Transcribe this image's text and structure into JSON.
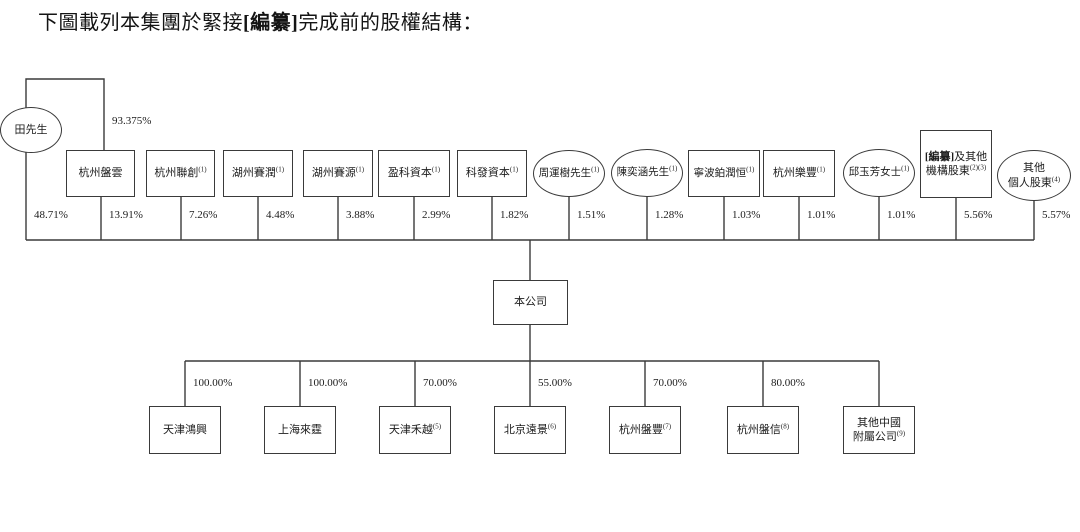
{
  "title": {
    "prefix": "下圖載列本集團於緊接",
    "bracket": "[編纂]",
    "suffix": "完成前的股權結構："
  },
  "controller": {
    "stake_in_hangzhou_panyun": "93.375%"
  },
  "company": {
    "label": "本公司"
  },
  "shareholders": [
    {
      "label": "田先生",
      "stake": "48.71%"
    },
    {
      "label": "杭州盤雲",
      "stake": "13.91%"
    },
    {
      "label": "杭州聯創",
      "sup": "(1)",
      "stake": "7.26%"
    },
    {
      "label": "湖州賽潤",
      "sup": "(1)",
      "stake": "4.48%"
    },
    {
      "label": "湖州賽源",
      "sup": "(1)",
      "stake": "3.88%"
    },
    {
      "label": "盈科資本",
      "sup": "(1)",
      "stake": "2.99%"
    },
    {
      "label": "科發資本",
      "sup": "(1)",
      "stake": "1.82%"
    },
    {
      "label": "周運樹先生",
      "sup": "(1)",
      "stake": "1.51%"
    },
    {
      "label": "陳奕涵先生",
      "sup": "(1)",
      "stake": "1.28%"
    },
    {
      "label": "寧波鉑潤恒",
      "sup": "(1)",
      "stake": "1.03%"
    },
    {
      "label": "杭州樂豐",
      "sup": "(1)",
      "stake": "1.01%"
    },
    {
      "label": "邱玉芳女士",
      "sup": "(1)",
      "stake": "1.01%"
    },
    {
      "bold": "[編纂]",
      "label1": "及其他",
      "label2": "機構股東",
      "sup": "(2)(3)",
      "stake": "5.56%"
    },
    {
      "label1": "其他",
      "label2": "個人股東",
      "sup": "(4)",
      "stake": "5.57%"
    }
  ],
  "subsidiaries": [
    {
      "label": "天津鴻興",
      "stake": "100.00%"
    },
    {
      "label": "上海來霆",
      "stake": "100.00%"
    },
    {
      "label": "天津禾越",
      "sup": "(5)",
      "stake": "70.00%"
    },
    {
      "label": "北京遠景",
      "sup": "(6)",
      "stake": "55.00%"
    },
    {
      "label": "杭州盤豐",
      "sup": "(7)",
      "stake": "70.00%"
    },
    {
      "label": "杭州盤信",
      "sup": "(8)",
      "stake": "80.00%"
    },
    {
      "label1": "其他中國",
      "label2": "附屬公司",
      "sup": "(9)"
    }
  ],
  "colors": {
    "line": "#3a3a3a",
    "text": "#1c1c1c",
    "background": "#ffffff"
  }
}
